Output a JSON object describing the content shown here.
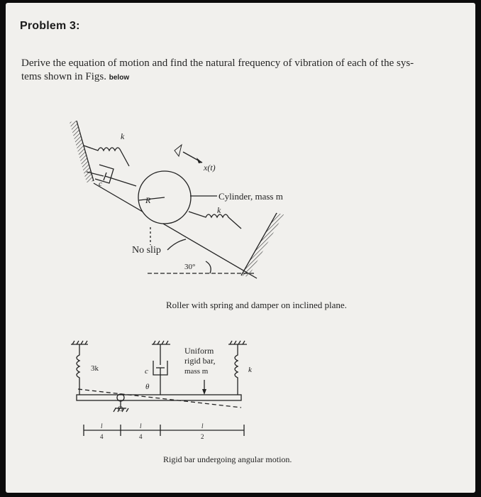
{
  "heading": "Problem 3:",
  "statement_line1": "Derive the equation of motion and find the natural frequency of vibration of each of the sys-",
  "statement_line2": "tems shown in Figs.",
  "statement_note": "below",
  "fig1": {
    "label_k_top": "k",
    "label_c": "c",
    "label_x": "x(t)",
    "label_R": "R",
    "label_cylinder": "Cylinder, mass m",
    "label_k_bottom": "k",
    "label_no_slip": "No slip",
    "label_angle": "30°",
    "caption": "Roller with spring and damper on inclined plane."
  },
  "fig2": {
    "label_3k": "3k",
    "label_c": "c",
    "label_theta": "θ",
    "label_O": "O",
    "label_bar_1": "Uniform",
    "label_bar_2": "rigid bar,",
    "label_bar_3": "mass m",
    "label_k": "k",
    "dim_1_num": "l",
    "dim_1_den": "4",
    "dim_2_num": "l",
    "dim_2_den": "4",
    "dim_3_num": "l",
    "dim_3_den": "2",
    "caption": "Rigid bar undergoing angular motion."
  }
}
